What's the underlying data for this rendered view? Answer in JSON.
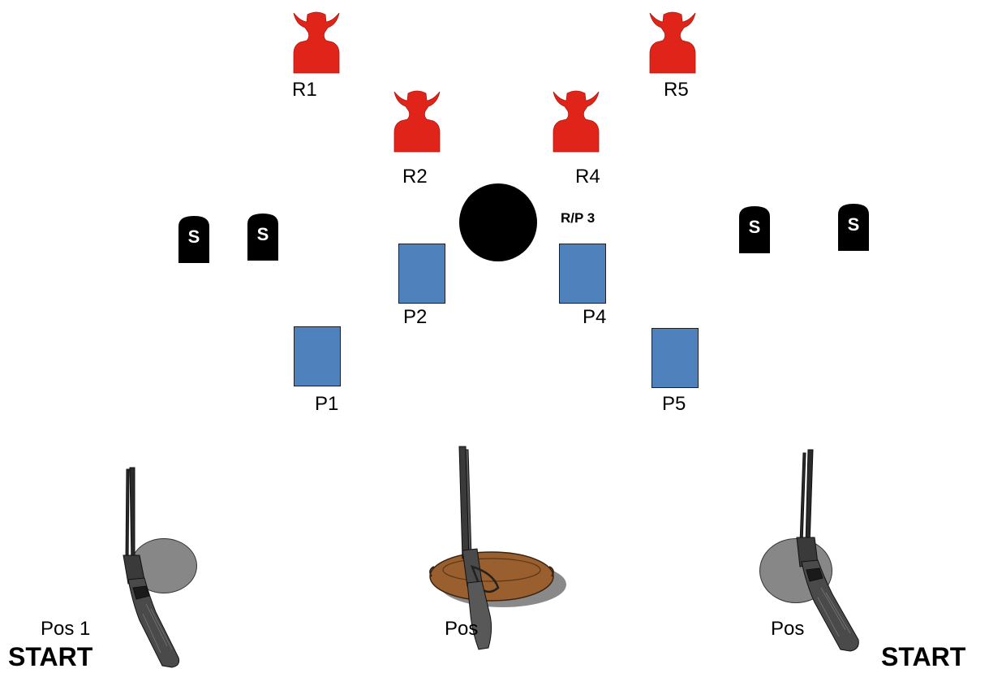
{
  "rifle_targets": [
    {
      "label": "R1"
    },
    {
      "label": "R2"
    },
    {
      "label": "R4"
    },
    {
      "label": "R5"
    }
  ],
  "center_target": {
    "label": "R/P 3"
  },
  "pistol_targets": [
    {
      "label": "P1"
    },
    {
      "label": "P2"
    },
    {
      "label": "P4"
    },
    {
      "label": "P5"
    }
  ],
  "shotgun_targets": [
    {
      "label": "S"
    },
    {
      "label": "S"
    },
    {
      "label": "S"
    },
    {
      "label": "S"
    }
  ],
  "positions": [
    {
      "label": "Pos 1",
      "start": "START"
    },
    {
      "label": "Pos"
    },
    {
      "label": "Pos",
      "start": "START"
    }
  ],
  "colors": {
    "rifle_target": "#e0241a",
    "pistol_target": "#4f81bd",
    "shotgun_target": "#000000",
    "center_target": "#000000",
    "table_gray": "#878787",
    "table_brown": "#9a5f2e"
  }
}
